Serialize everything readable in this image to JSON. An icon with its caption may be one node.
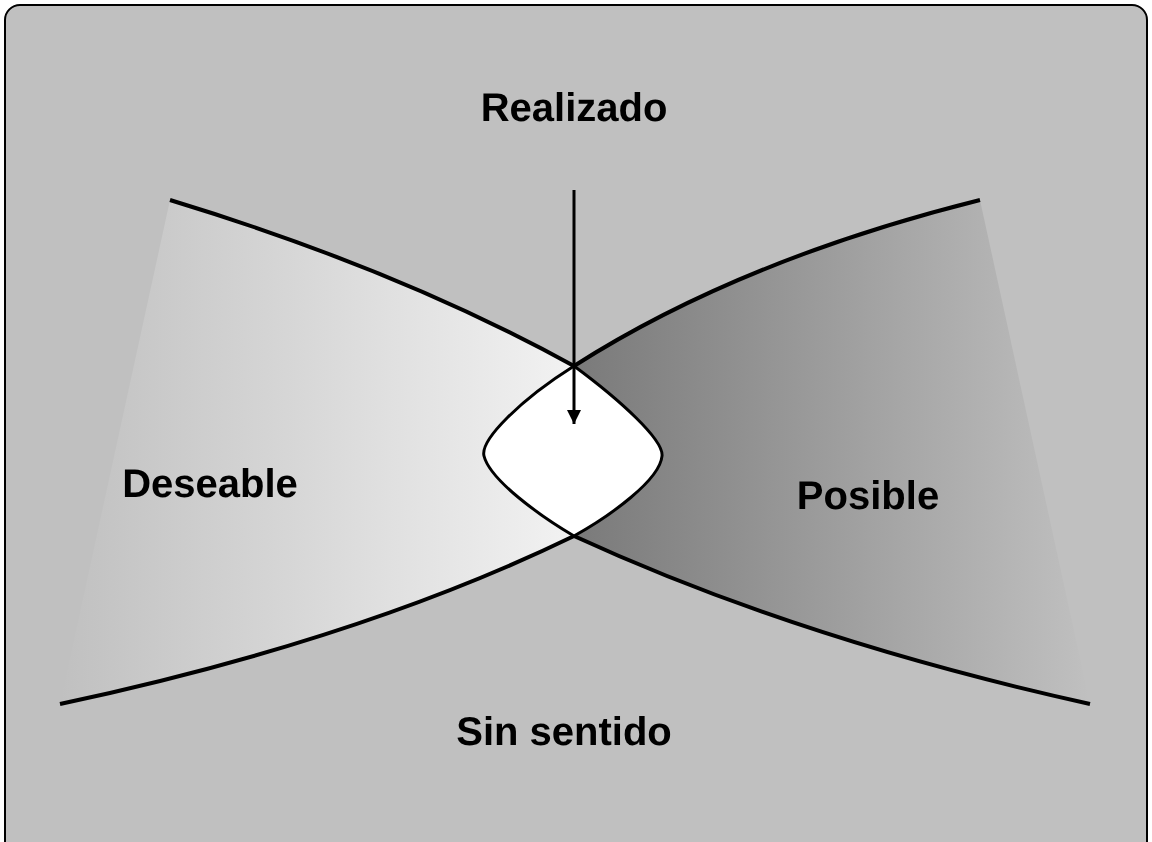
{
  "diagram": {
    "nodes": [
      {
        "text": [
          "Realizado"
        ]
      },
      {
        "text": [],
        "shape": "lens"
      }
    ],
    "edges": [
      {
        "from": 0,
        "to": 1,
        "arrow": "to"
      }
    ],
    "labels": [
      "Deseable",
      "Posible",
      "Sin sentido"
    ]
  }
}
